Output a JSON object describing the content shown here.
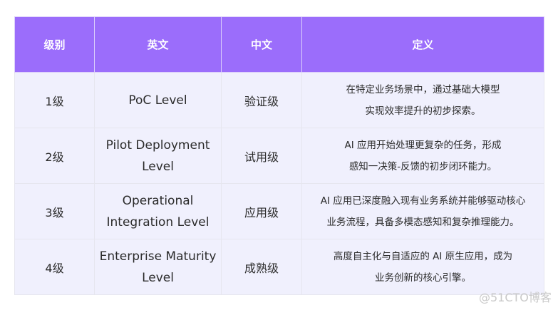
{
  "table": {
    "headers": [
      "级别",
      "英文",
      "中文",
      "定义"
    ],
    "rows": [
      {
        "level": "1级",
        "english": "PoC Level",
        "chinese": "验证级",
        "definition_line1": "在特定业务场景中，通过基础大模型",
        "definition_line2": "实现效率提升的初步探索。"
      },
      {
        "level": "2级",
        "english": "Pilot Deployment Level",
        "chinese": "试用级",
        "definition_line1": "AI 应用开始处理更复杂的任务，形成",
        "definition_line2": "感知一决策-反馈的初步闭环能力。"
      },
      {
        "level": "3级",
        "english": "Operational Integration Level",
        "chinese": "应用级",
        "definition_line1": "AI 应用已深度融入现有业务系统并能够驱动核心",
        "definition_line2": "业务流程，具备多模态感知和复杂推理能力。"
      },
      {
        "level": "4级",
        "english": "Enterprise Maturity Level",
        "chinese": "成熟级",
        "definition_line1": "高度自主化与自适应的 AI 原生应用，成为",
        "definition_line2": "业务创新的核心引擎。"
      }
    ]
  },
  "colors": {
    "header_bg": "#9b6dfb",
    "header_text": "#ffffff",
    "row_bg": "#f0f0fd",
    "body_text": "#2b2b2b"
  },
  "watermark": "@51CTO博客"
}
